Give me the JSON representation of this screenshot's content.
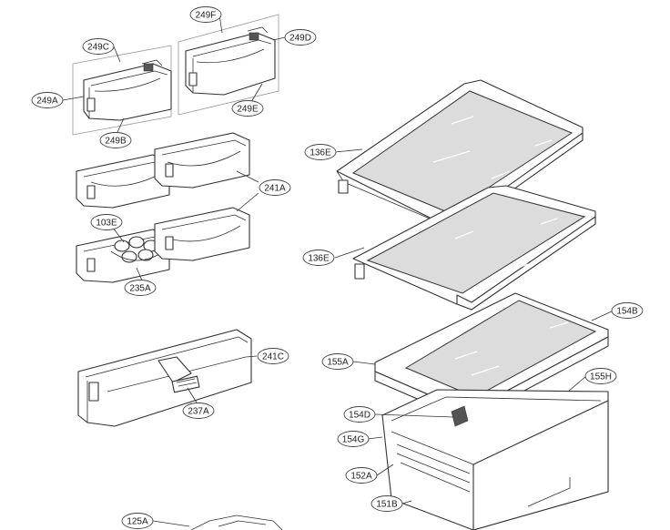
{
  "callouts": [
    {
      "id": "249F",
      "label": "249F"
    },
    {
      "id": "249C",
      "label": "249C"
    },
    {
      "id": "249D",
      "label": "249D"
    },
    {
      "id": "249A",
      "label": "249A"
    },
    {
      "id": "249E",
      "label": "249E"
    },
    {
      "id": "249B",
      "label": "249B"
    },
    {
      "id": "241A",
      "label": "241A"
    },
    {
      "id": "103E",
      "label": "103E"
    },
    {
      "id": "235A",
      "label": "235A"
    },
    {
      "id": "241C",
      "label": "241C"
    },
    {
      "id": "237A",
      "label": "237A"
    },
    {
      "id": "125A",
      "label": "125A"
    },
    {
      "id": "136E-top",
      "label": "136E"
    },
    {
      "id": "136E-bottom",
      "label": "136E"
    },
    {
      "id": "154B",
      "label": "154B"
    },
    {
      "id": "155A",
      "label": "155A"
    },
    {
      "id": "155H",
      "label": "155H"
    },
    {
      "id": "154D",
      "label": "154D"
    },
    {
      "id": "154G",
      "label": "154G"
    },
    {
      "id": "152A",
      "label": "152A"
    },
    {
      "id": "151B",
      "label": "151B"
    }
  ]
}
